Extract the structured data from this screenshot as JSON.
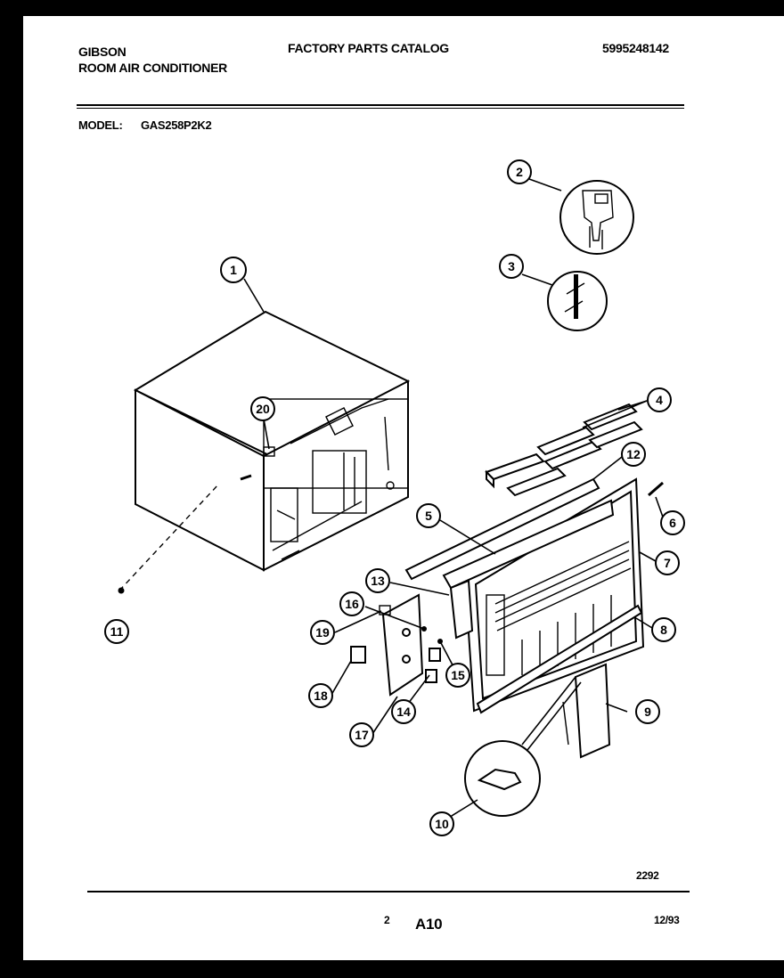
{
  "header": {
    "brand": "GIBSON",
    "product": "ROOM AIR CONDITIONER",
    "catalog_title": "FACTORY PARTS CATALOG",
    "catalog_number": "5995248142"
  },
  "model": {
    "label": "MODEL:",
    "value": "GAS258P2K2"
  },
  "diagram": {
    "callouts": [
      "1",
      "2",
      "3",
      "4",
      "5",
      "6",
      "7",
      "8",
      "9",
      "10",
      "11",
      "12",
      "13",
      "14",
      "15",
      "16",
      "17",
      "18",
      "19",
      "20"
    ],
    "drawing_number": "2292"
  },
  "footer": {
    "page_number": "2",
    "section": "A10",
    "date": "12/93"
  }
}
